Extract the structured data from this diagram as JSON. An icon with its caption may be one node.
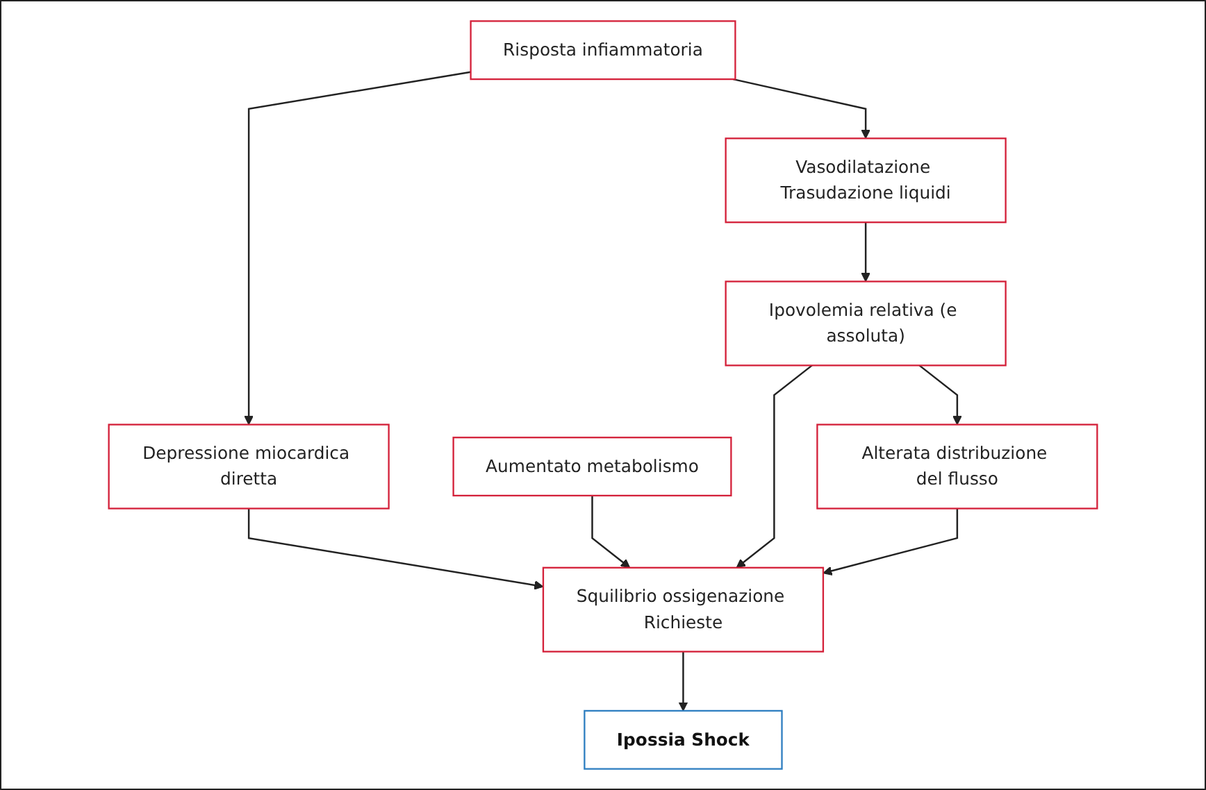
{
  "diagram": {
    "nodes": [
      {
        "text": [
          "Risposta infiammatoria"
        ]
      },
      {
        "text": [
          "Depressione miocardica diretta"
        ]
      },
      {
        "text": [
          "Aumentato metabolismo"
        ]
      },
      {
        "text": [
          "Vasodilatazione Trasudazione liquidi"
        ]
      },
      {
        "text": [
          "Ipovolemia relativa (e assoluta)"
        ]
      },
      {
        "text": [
          "Squilibrio ossigenazione Richieste"
        ]
      },
      {
        "text": [
          "Ipossia Shock"
        ]
      },
      {
        "text": [
          "Alterata distribuzione del flusso"
        ]
      }
    ],
    "edges": [
      {
        "from": 0,
        "to": 1,
        "arrow": "to"
      },
      {
        "from": 0,
        "to": 3,
        "arrow": "to"
      },
      {
        "from": 3,
        "to": 4,
        "arrow": "to"
      },
      {
        "from": 4,
        "to": 5,
        "arrow": "to"
      },
      {
        "from": 1,
        "to": 5,
        "arrow": "to"
      },
      {
        "from": 2,
        "to": 5,
        "arrow": "to"
      },
      {
        "from": 5,
        "to": 6,
        "arrow": "to"
      },
      {
        "from": 4,
        "to": 7,
        "arrow": "to"
      },
      {
        "from": 7,
        "to": 5,
        "arrow": "to"
      }
    ]
  }
}
